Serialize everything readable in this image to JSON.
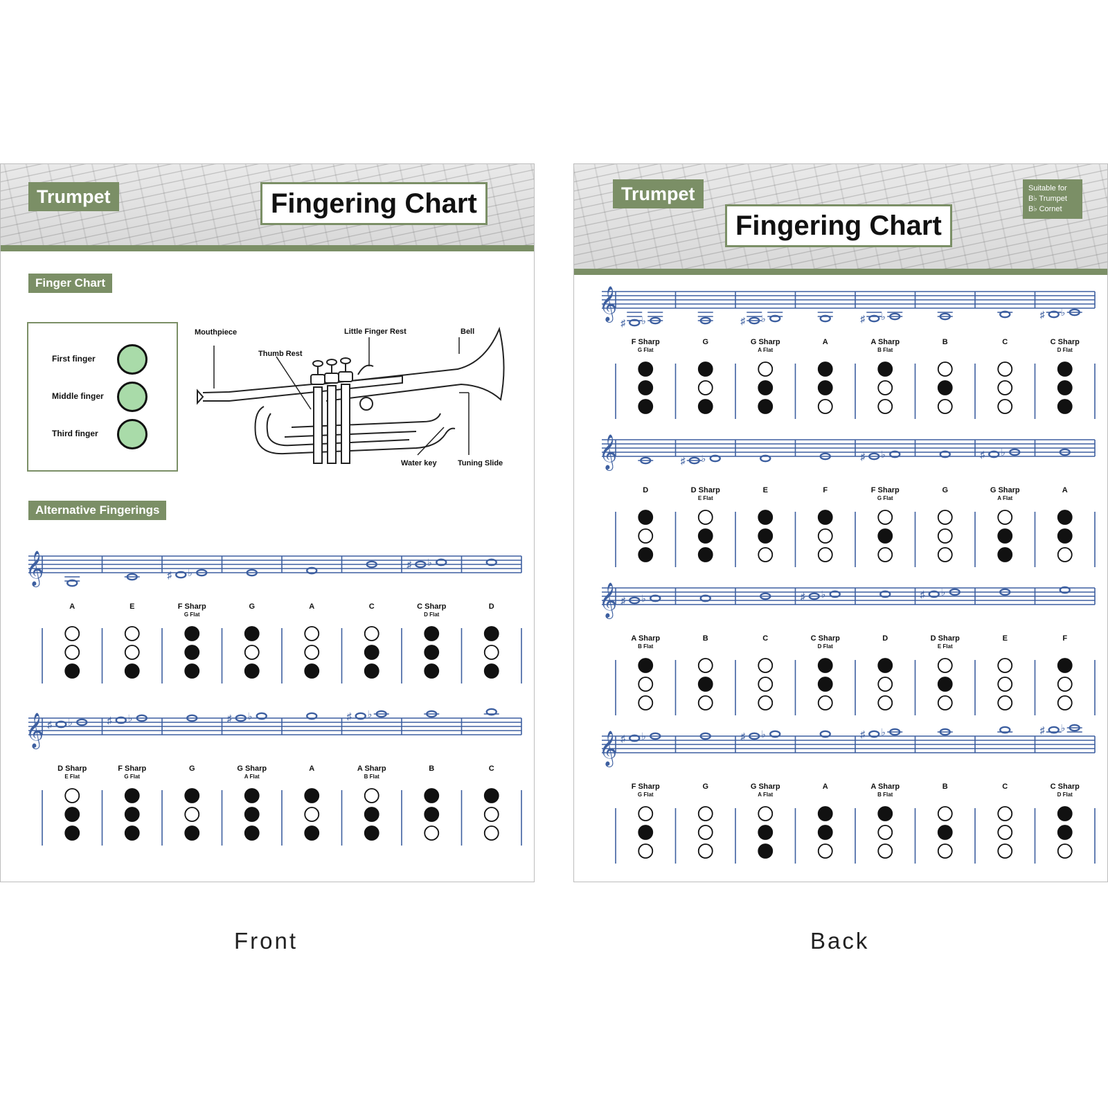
{
  "front": {
    "instrument": "Trumpet",
    "title": "Fingering Chart",
    "finger_chart": {
      "heading": "Finger  Chart",
      "fingers": [
        "First finger",
        "Middle finger",
        "Third finger"
      ],
      "parts": {
        "mouthpiece": "Mouthpiece",
        "thumb_rest": "Thumb Rest",
        "little_finger_rest": "Little Finger Rest",
        "bell": "Bell",
        "water_key": "Water key",
        "tuning_slide": "Tuning Slide"
      }
    },
    "alt_heading": "Alternative Fingerings",
    "caption": "Front",
    "rows": [
      [
        {
          "name": "A",
          "sub": "",
          "notes": [
            {
              "p": -5,
              "a": ""
            }
          ],
          "v": [
            0,
            0,
            1
          ]
        },
        {
          "name": "E",
          "sub": "",
          "notes": [
            {
              "p": -2,
              "a": ""
            }
          ],
          "v": [
            0,
            0,
            1
          ]
        },
        {
          "name": "F Sharp",
          "sub": "G Flat",
          "notes": [
            {
              "p": -1,
              "a": "#"
            },
            {
              "p": 0,
              "a": "b"
            }
          ],
          "v": [
            1,
            1,
            1
          ]
        },
        {
          "name": "G",
          "sub": "",
          "notes": [
            {
              "p": 0,
              "a": ""
            }
          ],
          "v": [
            1,
            0,
            1
          ]
        },
        {
          "name": "A",
          "sub": "",
          "notes": [
            {
              "p": 1,
              "a": ""
            }
          ],
          "v": [
            0,
            0,
            1
          ]
        },
        {
          "name": "C",
          "sub": "",
          "notes": [
            {
              "p": 4,
              "a": ""
            }
          ],
          "v": [
            0,
            1,
            1
          ]
        },
        {
          "name": "C Sharp",
          "sub": "D Flat",
          "notes": [
            {
              "p": 4,
              "a": "#"
            },
            {
              "p": 5,
              "a": "b"
            }
          ],
          "v": [
            1,
            1,
            1
          ]
        },
        {
          "name": "D",
          "sub": "",
          "notes": [
            {
              "p": 5,
              "a": ""
            }
          ],
          "v": [
            1,
            0,
            1
          ]
        }
      ],
      [
        {
          "name": "D Sharp",
          "sub": "E Flat",
          "notes": [
            {
              "p": 5,
              "a": "#"
            },
            {
              "p": 6,
              "a": "b"
            }
          ],
          "v": [
            0,
            1,
            1
          ]
        },
        {
          "name": "F Sharp",
          "sub": "G Flat",
          "notes": [
            {
              "p": 7,
              "a": "#"
            },
            {
              "p": 8,
              "a": "b"
            }
          ],
          "v": [
            1,
            1,
            1
          ]
        },
        {
          "name": "G",
          "sub": "",
          "notes": [
            {
              "p": 8,
              "a": ""
            }
          ],
          "v": [
            1,
            0,
            1
          ]
        },
        {
          "name": "G Sharp",
          "sub": "A Flat",
          "notes": [
            {
              "p": 8,
              "a": "#"
            },
            {
              "p": 9,
              "a": "b"
            }
          ],
          "v": [
            1,
            1,
            1
          ]
        },
        {
          "name": "A",
          "sub": "",
          "notes": [
            {
              "p": 9,
              "a": ""
            }
          ],
          "v": [
            1,
            0,
            1
          ]
        },
        {
          "name": "A Sharp",
          "sub": "B Flat",
          "notes": [
            {
              "p": 9,
              "a": "#"
            },
            {
              "p": 10,
              "a": "b"
            }
          ],
          "v": [
            0,
            1,
            1
          ]
        },
        {
          "name": "B",
          "sub": "",
          "notes": [
            {
              "p": 10,
              "a": ""
            }
          ],
          "v": [
            1,
            1,
            0
          ]
        },
        {
          "name": "C",
          "sub": "",
          "notes": [
            {
              "p": 11,
              "a": ""
            }
          ],
          "v": [
            1,
            0,
            0
          ]
        }
      ]
    ]
  },
  "back": {
    "instrument": "Trumpet",
    "title": "Fingering Chart",
    "suitable": {
      "heading": "Suitable for",
      "items": [
        "B♭ Trumpet",
        "B♭ Cornet"
      ]
    },
    "caption": "Back",
    "rows": [
      [
        {
          "name": "F Sharp",
          "sub": "G Flat",
          "notes": [
            {
              "p": -7,
              "a": "#"
            },
            {
              "p": -6,
              "a": "b"
            }
          ],
          "v": [
            1,
            1,
            1
          ]
        },
        {
          "name": "G",
          "sub": "",
          "notes": [
            {
              "p": -6,
              "a": ""
            }
          ],
          "v": [
            1,
            0,
            1
          ]
        },
        {
          "name": "G Sharp",
          "sub": "A Flat",
          "notes": [
            {
              "p": -6,
              "a": "#"
            },
            {
              "p": -5,
              "a": "b"
            }
          ],
          "v": [
            0,
            1,
            1
          ]
        },
        {
          "name": "A",
          "sub": "",
          "notes": [
            {
              "p": -5,
              "a": ""
            }
          ],
          "v": [
            1,
            1,
            0
          ]
        },
        {
          "name": "A Sharp",
          "sub": "B Flat",
          "notes": [
            {
              "p": -5,
              "a": "#"
            },
            {
              "p": -4,
              "a": "b"
            }
          ],
          "v": [
            1,
            0,
            0
          ]
        },
        {
          "name": "B",
          "sub": "",
          "notes": [
            {
              "p": -4,
              "a": ""
            }
          ],
          "v": [
            0,
            1,
            0
          ]
        },
        {
          "name": "C",
          "sub": "",
          "notes": [
            {
              "p": -3,
              "a": ""
            }
          ],
          "v": [
            0,
            0,
            0
          ]
        },
        {
          "name": "C Sharp",
          "sub": "D Flat",
          "notes": [
            {
              "p": -3,
              "a": "#"
            },
            {
              "p": -2,
              "a": "b"
            }
          ],
          "v": [
            1,
            1,
            1
          ]
        }
      ],
      [
        {
          "name": "D",
          "sub": "",
          "notes": [
            {
              "p": -2,
              "a": ""
            }
          ],
          "v": [
            1,
            0,
            1
          ]
        },
        {
          "name": "D Sharp",
          "sub": "E Flat",
          "notes": [
            {
              "p": -2,
              "a": "#"
            },
            {
              "p": -1,
              "a": "b"
            }
          ],
          "v": [
            0,
            1,
            1
          ]
        },
        {
          "name": "E",
          "sub": "",
          "notes": [
            {
              "p": -1,
              "a": ""
            }
          ],
          "v": [
            1,
            1,
            0
          ]
        },
        {
          "name": "F",
          "sub": "",
          "notes": [
            {
              "p": 0,
              "a": ""
            }
          ],
          "v": [
            1,
            0,
            0
          ]
        },
        {
          "name": "F Sharp",
          "sub": "G Flat",
          "notes": [
            {
              "p": 0,
              "a": "#"
            },
            {
              "p": 1,
              "a": "b"
            }
          ],
          "v": [
            0,
            1,
            0
          ]
        },
        {
          "name": "G",
          "sub": "",
          "notes": [
            {
              "p": 1,
              "a": ""
            }
          ],
          "v": [
            0,
            0,
            0
          ]
        },
        {
          "name": "G Sharp",
          "sub": "A Flat",
          "notes": [
            {
              "p": 1,
              "a": "#"
            },
            {
              "p": 2,
              "a": "b"
            }
          ],
          "v": [
            0,
            1,
            1
          ]
        },
        {
          "name": "A",
          "sub": "",
          "notes": [
            {
              "p": 2,
              "a": ""
            }
          ],
          "v": [
            1,
            1,
            0
          ]
        }
      ],
      [
        {
          "name": "A Sharp",
          "sub": "B Flat",
          "notes": [
            {
              "p": 2,
              "a": "#"
            },
            {
              "p": 3,
              "a": "b"
            }
          ],
          "v": [
            1,
            0,
            0
          ]
        },
        {
          "name": "B",
          "sub": "",
          "notes": [
            {
              "p": 3,
              "a": ""
            }
          ],
          "v": [
            0,
            1,
            0
          ]
        },
        {
          "name": "C",
          "sub": "",
          "notes": [
            {
              "p": 4,
              "a": ""
            }
          ],
          "v": [
            0,
            0,
            0
          ]
        },
        {
          "name": "C Sharp",
          "sub": "D Flat",
          "notes": [
            {
              "p": 4,
              "a": "#"
            },
            {
              "p": 5,
              "a": "b"
            }
          ],
          "v": [
            1,
            1,
            0
          ]
        },
        {
          "name": "D",
          "sub": "",
          "notes": [
            {
              "p": 5,
              "a": ""
            }
          ],
          "v": [
            1,
            0,
            0
          ]
        },
        {
          "name": "D Sharp",
          "sub": "E Flat",
          "notes": [
            {
              "p": 5,
              "a": "#"
            },
            {
              "p": 6,
              "a": "b"
            }
          ],
          "v": [
            0,
            1,
            0
          ]
        },
        {
          "name": "E",
          "sub": "",
          "notes": [
            {
              "p": 6,
              "a": ""
            }
          ],
          "v": [
            0,
            0,
            0
          ]
        },
        {
          "name": "F",
          "sub": "",
          "notes": [
            {
              "p": 7,
              "a": ""
            }
          ],
          "v": [
            1,
            0,
            0
          ]
        }
      ],
      [
        {
          "name": "F Sharp",
          "sub": "G Flat",
          "notes": [
            {
              "p": 7,
              "a": "#"
            },
            {
              "p": 8,
              "a": "b"
            }
          ],
          "v": [
            0,
            1,
            0
          ]
        },
        {
          "name": "G",
          "sub": "",
          "notes": [
            {
              "p": 8,
              "a": ""
            }
          ],
          "v": [
            0,
            0,
            0
          ]
        },
        {
          "name": "G Sharp",
          "sub": "A Flat",
          "notes": [
            {
              "p": 8,
              "a": "#"
            },
            {
              "p": 9,
              "a": "b"
            }
          ],
          "v": [
            0,
            1,
            1
          ]
        },
        {
          "name": "A",
          "sub": "",
          "notes": [
            {
              "p": 9,
              "a": ""
            }
          ],
          "v": [
            1,
            1,
            0
          ]
        },
        {
          "name": "A Sharp",
          "sub": "B Flat",
          "notes": [
            {
              "p": 9,
              "a": "#"
            },
            {
              "p": 10,
              "a": "b"
            }
          ],
          "v": [
            1,
            0,
            0
          ]
        },
        {
          "name": "B",
          "sub": "",
          "notes": [
            {
              "p": 10,
              "a": ""
            }
          ],
          "v": [
            0,
            1,
            0
          ]
        },
        {
          "name": "C",
          "sub": "",
          "notes": [
            {
              "p": 11,
              "a": ""
            }
          ],
          "v": [
            0,
            0,
            0
          ]
        },
        {
          "name": "C Sharp",
          "sub": "D Flat",
          "notes": [
            {
              "p": 11,
              "a": "#"
            },
            {
              "p": 12,
              "a": "b"
            }
          ],
          "v": [
            1,
            1,
            0
          ]
        }
      ]
    ]
  },
  "colors": {
    "accent": "#7b8f66",
    "staff": "#3d5fa0",
    "finger_legend": "#a9dba9",
    "pressed": "#111111"
  }
}
